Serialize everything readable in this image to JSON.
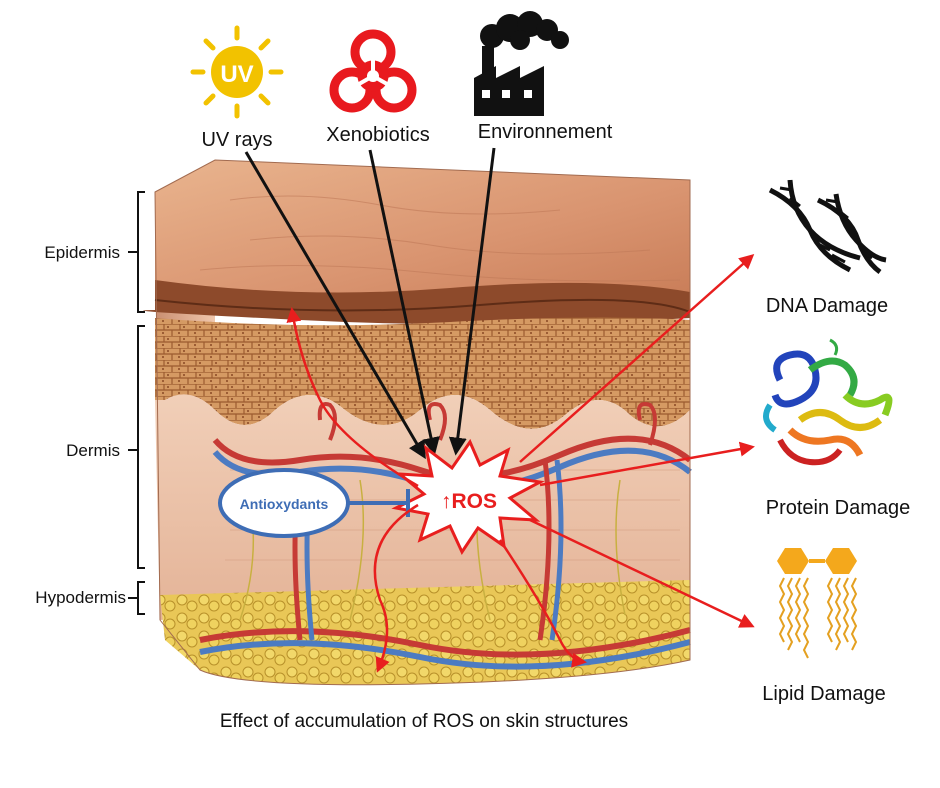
{
  "sources": {
    "uv": {
      "icon_text": "UV",
      "label": "UV rays"
    },
    "xeno": {
      "label": "Xenobiotics"
    },
    "env": {
      "label": "Environnement"
    }
  },
  "layers": {
    "epidermis": "Epidermis",
    "dermis": "Dermis",
    "hypodermis": "Hypodermis"
  },
  "center": {
    "ros_label": "↑ROS",
    "antioxidant_label": "Antioxydants"
  },
  "damages": {
    "dna": "DNA Damage",
    "protein": "Protein Damage",
    "lipid": "Lipid Damage"
  },
  "caption": "Effect of accumulation of ROS on skin structures",
  "colors": {
    "sun": "#F2C200",
    "biohazard": "#E8191E",
    "factory": "#111111",
    "arrow_red": "#E81E1E",
    "antioxidant_blue": "#3E6DB5",
    "lipid_orange": "#F4A81C"
  }
}
